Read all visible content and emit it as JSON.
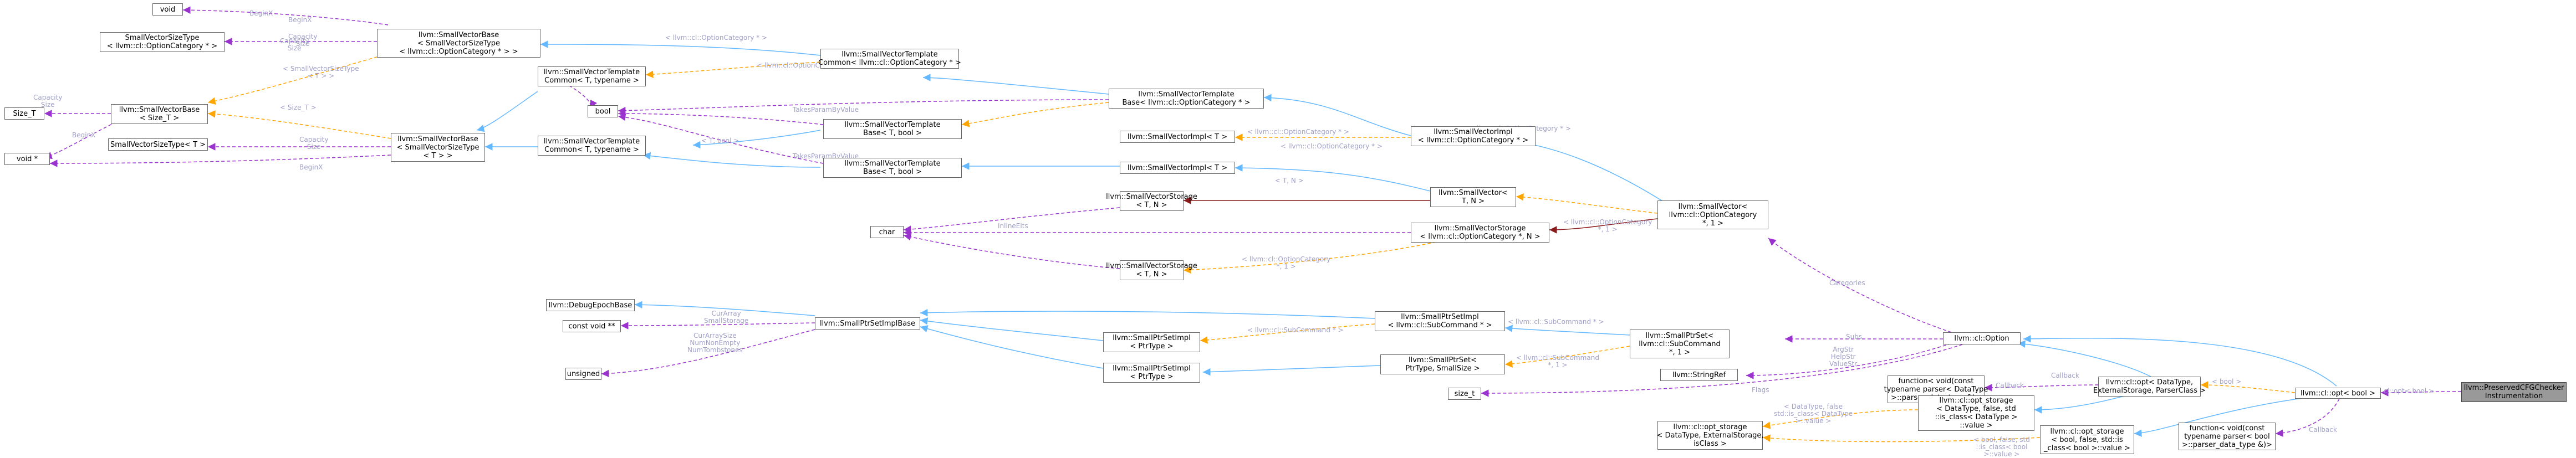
{
  "nodes": {
    "root": [
      "llvm::PreservedCFGChecker",
      "Instrumentation"
    ],
    "opt_bool": [
      "llvm::cl::opt< bool >"
    ],
    "opt_generic": [
      "llvm::cl::opt< DataType,",
      "ExternalStorage, ParserClass >"
    ],
    "option": [
      "llvm::cl::Option"
    ],
    "func_bool": [
      "function< void(const",
      "typename parser< bool",
      ">::parser_data_type &)>"
    ],
    "func_dt": [
      "function< void(const",
      "typename parser< DataType",
      ">::parser_data_type &)>"
    ],
    "opt_storage_bool": [
      "llvm::cl::opt_storage",
      "< bool, false, std::is",
      "_class< bool >::value >"
    ],
    "opt_storage_dt_std": [
      "llvm::cl::opt_storage",
      "< DataType, false, std",
      "::is_class< DataType >",
      "::value >"
    ],
    "opt_storage_dt": [
      "llvm::cl::opt_storage",
      "< DataType, ExternalStorage,",
      "isClass >"
    ],
    "sv_optcat_1": [
      "llvm::SmallVector<",
      "llvm::cl::OptionCategory",
      " *, 1 >"
    ],
    "sps_subcmd": [
      "llvm::SmallPtrSet<",
      "llvm::cl::SubCommand",
      " *, 1 >"
    ],
    "stringref": [
      "llvm::StringRef"
    ],
    "size_t_b": [
      "size_t"
    ],
    "svimpl_optcat": [
      "llvm::SmallVectorImpl",
      "< llvm::cl::OptionCategory * >"
    ],
    "svstorage_optcat": [
      "llvm::SmallVectorStorage",
      "< llvm::cl::OptionCategory *, N >"
    ],
    "sv_tn": [
      "llvm::SmallVector<",
      " T, N >"
    ],
    "spsimpl_subcmd": [
      "llvm::SmallPtrSetImpl",
      "< llvm::cl::SubCommand * >"
    ],
    "sps_ptr_size": [
      "llvm::SmallPtrSet<",
      " PtrType, SmallSize >"
    ],
    "svtb_optcat": [
      "llvm::SmallVectorTemplate",
      "Base< llvm::cl::OptionCategory * >"
    ],
    "svimpl_t": [
      "llvm::SmallVectorImpl< T >"
    ],
    "svstorage_tn_a": [
      "llvm::SmallVectorStorage",
      "< T, N >"
    ],
    "svstorage_tn_b": [
      "llvm::SmallVectorStorage",
      "< T, N >"
    ],
    "spsimpl_ptr_a": [
      "llvm::SmallPtrSetImpl",
      "< PtrType >"
    ],
    "spsimpl_ptr_b": [
      "llvm::SmallPtrSetImpl",
      "< PtrType >"
    ],
    "svtc_optcat": [
      "llvm::SmallVectorTemplate",
      "Common< llvm::cl::OptionCategory * >"
    ],
    "svtb_tbool": [
      "llvm::SmallVectorTemplate",
      "Base< T, bool >"
    ],
    "svtb_t": [
      "llvm::SmallVectorTemplate",
      "Base< T, bool >"
    ],
    "char": [
      "char"
    ],
    "spsb": [
      "llvm::SmallPtrSetImplBase"
    ],
    "svb_size_optcat": [
      "llvm::SmallVectorBase",
      "< SmallVectorSizeType",
      "< llvm::cl::OptionCategory * > >"
    ],
    "svtc_t_type": [
      "llvm::SmallVectorTemplate",
      "Common< T, typename >"
    ],
    "svtc_t_type_b": [
      "llvm::SmallVectorTemplate",
      "Common< T, typename >"
    ],
    "bool": [
      "bool"
    ],
    "debugepoch": [
      "llvm::DebugEpochBase"
    ],
    "constvoid": [
      "const void **"
    ],
    "unsigned": [
      "unsigned"
    ],
    "void_top": [
      "void"
    ],
    "svst_optcat": [
      "SmallVectorSizeType",
      "< llvm::cl::OptionCategory * >"
    ],
    "svb_size_t": [
      "llvm::SmallVectorBase",
      "< Size_T >"
    ],
    "svb_svst_t": [
      "llvm::SmallVectorBase",
      "< SmallVectorSizeType",
      "< T > >"
    ],
    "size_t_a": [
      "Size_T"
    ],
    "voidp": [
      "void *"
    ],
    "svst_t": [
      "SmallVectorSizeType< T >"
    ]
  },
  "edge_labels": {
    "root_optbool": [
      "cl::opt< bool >"
    ],
    "optbool_optgeneric": [
      "< bool >"
    ],
    "optgeneric_option": [
      "Callback"
    ],
    "optbool_funcbool": [
      "Callback"
    ],
    "optgeneric_funcdt": [
      "Callback"
    ],
    "option_svcat": [
      "Categories"
    ],
    "option_subs": [
      "Subs"
    ],
    "option_stringref": [
      "ArgStr",
      "HelpStr",
      "ValueStr"
    ],
    "option_size": [
      "Flags"
    ],
    "storage_dt": [
      "< DataType, false",
      "std::is_class< DataType",
      ">::value >"
    ],
    "storage_bool": [
      "< bool, false, std",
      "::is_class< bool",
      ">::value >"
    ],
    "svcat_svimpl": [
      "< llvm::cl::OptionCategory * >"
    ],
    "svcat_svstorage": [
      "< llvm::cl::OptionCategory",
      " *, 1 >"
    ],
    "svimpl_svtb": [
      "< llvm::cl::OptionCategory * >"
    ],
    "svstorage_opt_tn": [
      "< llvm::cl::OptionCategory",
      " *, 1 >"
    ],
    "sps_spsimpl": [
      "< llvm::cl::SubCommand * >"
    ],
    "sps_ptrsize": [
      "< llvm::cl::SubCommand",
      " *, 1 >"
    ],
    "spsimpl_ptr": [
      "< llvm::cl::SubCommand * >"
    ],
    "sps_curarray": [
      "CurArray",
      "SmallStorage"
    ],
    "spsb_unsigned": [
      "CurArraySize",
      "NumNonEmpty",
      "NumTombstones"
    ],
    "svtb_svtc": [
      "< llvm::cl::OptionCategory * >"
    ],
    "svtb_bool_tbool": [
      "< T, bool >"
    ],
    "svtc_svb": [
      "< llvm::cl::OptionCategory * >"
    ],
    "svb_svst": [
      "Capacity",
      "Size"
    ],
    "svb_sizet": [
      "Capacity",
      "Size"
    ],
    "svb_void": [
      "BeginX"
    ],
    "svtc_bool": [
      "TakesParamByValue"
    ],
    "svtb_bool": [
      "TakesParamByValue"
    ],
    "svb_opt_void": [
      "BeginX"
    ],
    "svb_opt_svst": [
      "Capacity",
      "Size"
    ],
    "svb_svst_tt": [
      "< SmallVectorSizeType",
      "< T > >"
    ],
    "svst_t_cap": [
      "Capacity",
      "Size"
    ],
    "sizet_cap": [
      "< Size_T >"
    ],
    "char_inline": [
      "InlineElts"
    ],
    "svb_size_t_void": [
      "BeginX"
    ],
    "svb_svst_void": [
      "BeginX"
    ],
    "sv_tn_svtc": [
      "< T, N >"
    ],
    "svcat_svsvtc": [
      "< llvm::cl::OptionCategory * >"
    ]
  },
  "colors": {
    "inheritance": "#63b8ff",
    "usage": "#9a32cd",
    "template": "#ffa500",
    "private": "#8b1a1a",
    "label": "#a0a0c8",
    "root_fill": "#999999"
  }
}
